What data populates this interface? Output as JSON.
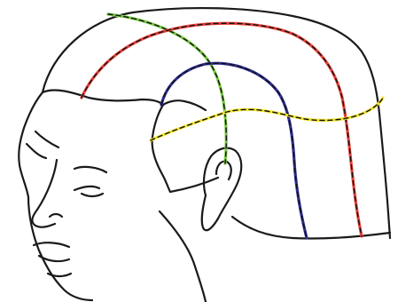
{
  "figure": {
    "subject": "head-profile-sectioning-diagram",
    "outline_color": "#1a1a1a",
    "dash_color": "#111111",
    "lines": [
      {
        "name": "green-section-line",
        "color": "#7ac943"
      },
      {
        "name": "red-section-line",
        "color": "#e8413a"
      },
      {
        "name": "blue-section-line",
        "color": "#2e2e8f"
      },
      {
        "name": "yellow-section-line",
        "color": "#f2e62e"
      }
    ]
  }
}
